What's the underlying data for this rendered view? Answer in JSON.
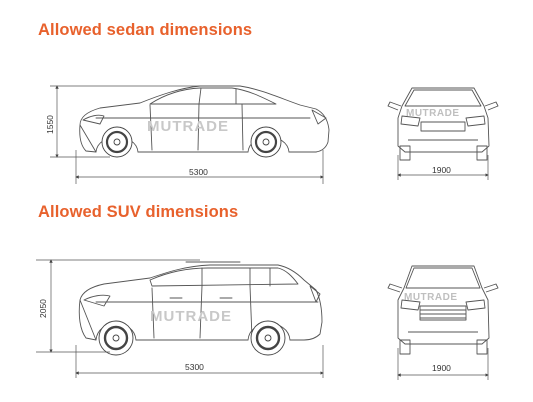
{
  "sections": [
    {
      "title": "Allowed sedan dimensions",
      "height": "1550",
      "length": "5300",
      "width": "1900"
    },
    {
      "title": "Allowed SUV dimensions",
      "height": "2050",
      "length": "5300",
      "width": "1900"
    }
  ],
  "watermark": "MUTRADE",
  "colors": {
    "heading": "#e8612c",
    "line": "#555555"
  }
}
